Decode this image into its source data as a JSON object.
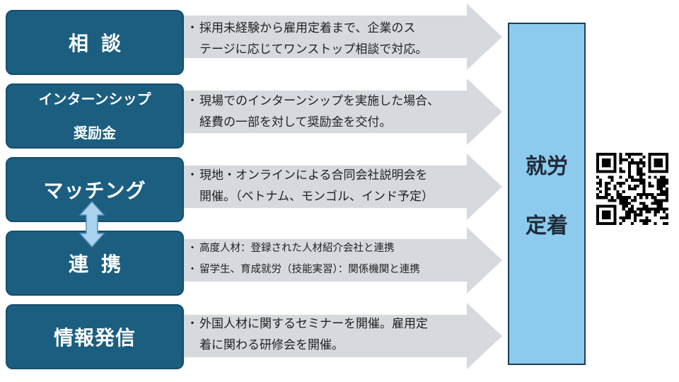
{
  "rows": [
    {
      "label": "相談",
      "lines": [
        "採用未経験から雇用定着まで、企業のス",
        "テージに応じてワンストップ相談で対応。"
      ]
    },
    {
      "label_line1": "インターンシップ",
      "label_line2": "奨励金",
      "lines": [
        "現場でのインターンシップを実施した場合、",
        "経費の一部を対して奨励金を交付。"
      ]
    },
    {
      "label": "マッチング",
      "lines": [
        "現地・オンラインによる合同会社説明会を",
        "開催。（ベトナム、モンゴル、インド予定）"
      ]
    },
    {
      "label": "連携",
      "lines": [
        "高度人材：登録された人材紹介会社と連携",
        "留学生、育成就労（技能実習）：関係機関と連携"
      ]
    },
    {
      "label": "情報発信",
      "lines": [
        "外国人材に関するセミナーを開催。雇用定",
        "着に関わる研修会を開催。"
      ]
    }
  ],
  "bullet": "・",
  "goal": {
    "line1": "就労",
    "line2": "定着"
  },
  "colors": {
    "box_fill": "#1b5e80",
    "arrow_fill": "#d6d9de",
    "goal_fill": "#8ccbed",
    "updown_fill": "#a9d3ee"
  },
  "icons": [
    "up-down-arrow-icon",
    "qr-code-icon"
  ]
}
